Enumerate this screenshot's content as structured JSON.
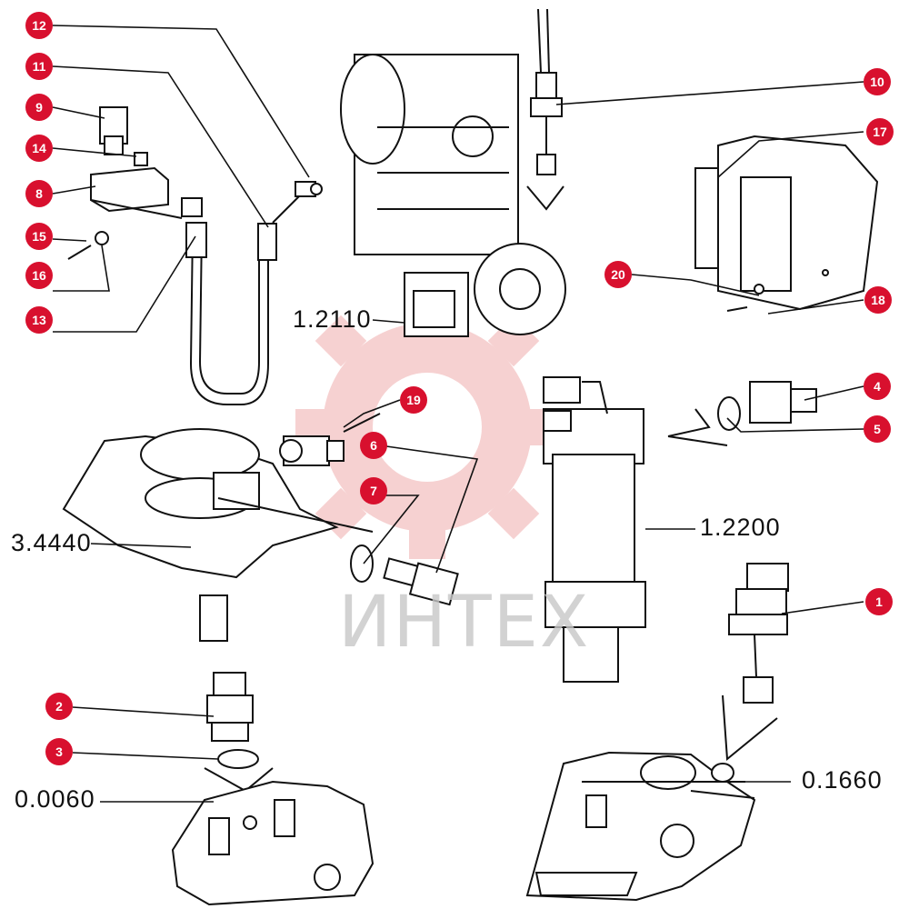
{
  "watermark": {
    "text": "ИНТЕХ"
  },
  "refs": {
    "r1": "1.2110",
    "r2": "1.2200",
    "r3": "3.4440",
    "r4": "0.0060",
    "r5": "0.1660"
  },
  "callouts": {
    "c1": "1",
    "c2": "2",
    "c3": "3",
    "c4": "4",
    "c5": "5",
    "c6": "6",
    "c7": "7",
    "c8": "8",
    "c9": "9",
    "c10": "10",
    "c11": "11",
    "c12": "12",
    "c13": "13",
    "c14": "14",
    "c15": "15",
    "c16": "16",
    "c17": "17",
    "c18": "18",
    "c19": "19",
    "c20": "20"
  },
  "colors": {
    "callout": "#d8102e",
    "ink": "#111111",
    "watermark_gear": "#f2b6b6"
  }
}
